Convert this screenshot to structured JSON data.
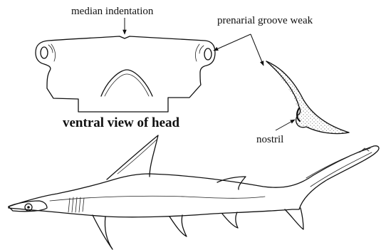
{
  "labels": {
    "median_indentation": "median indentation",
    "prenarial_groove": "prenarial groove weak",
    "ventral_view": "ventral view of head",
    "nostril": "nostril"
  }
}
